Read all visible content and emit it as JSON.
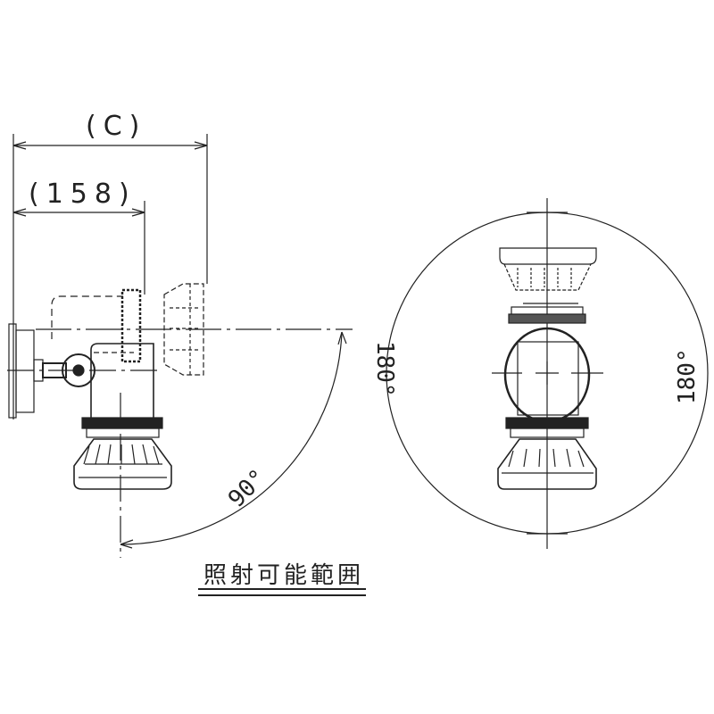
{
  "dimensions": {
    "overall": "(C)",
    "body": "(158)"
  },
  "side_view": {
    "tilt_angle": "90°"
  },
  "front_view": {
    "left_angle": "180°",
    "right_angle": "180°"
  },
  "caption": "照射可能範囲",
  "colors": {
    "line": "#222222",
    "background": "#ffffff"
  }
}
